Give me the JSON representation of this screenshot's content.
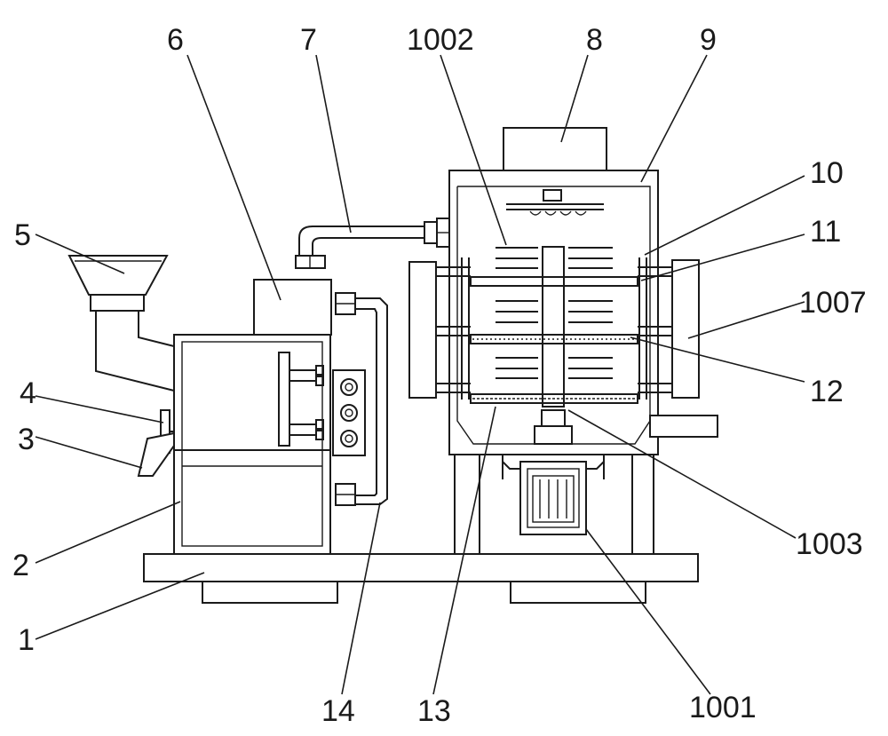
{
  "labels": {
    "l1": "1",
    "l2": "2",
    "l3": "3",
    "l4": "4",
    "l5": "5",
    "l6": "6",
    "l7": "7",
    "l8": "8",
    "l9": "9",
    "l10": "10",
    "l11": "11",
    "l12": "12",
    "l13": "13",
    "l14": "14",
    "l1001": "1001",
    "l1002": "1002",
    "l1003": "1003",
    "l1007": "1007"
  }
}
